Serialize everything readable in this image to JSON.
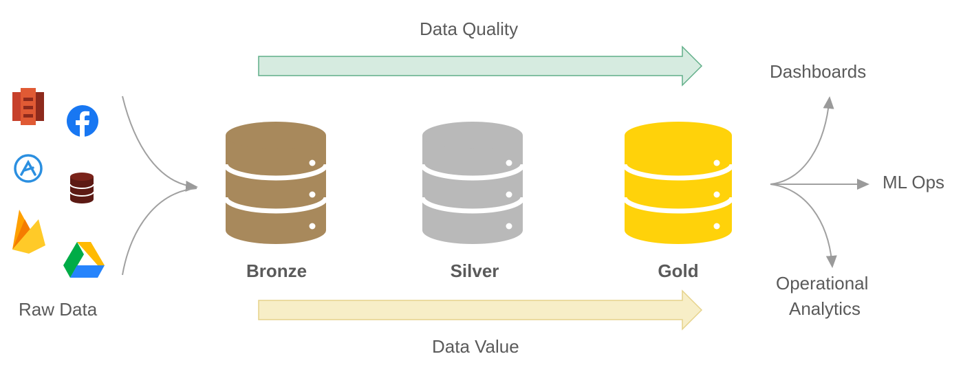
{
  "top_arrow": {
    "label": "Data Quality",
    "color": "#d6ebe0",
    "stroke": "#5fae87"
  },
  "bottom_arrow": {
    "label": "Data Value",
    "color": "#f7eec7",
    "stroke": "#e6d28a"
  },
  "sources": {
    "label": "Raw Data",
    "icons": [
      "aws-s3-icon",
      "facebook-icon",
      "app-icon",
      "database-icon",
      "firebase-icon",
      "google-drive-icon"
    ]
  },
  "tiers": [
    {
      "name": "Bronze",
      "color": "#a8895c"
    },
    {
      "name": "Silver",
      "color": "#b9b9b9"
    },
    {
      "name": "Gold",
      "color": "#ffd20a"
    }
  ],
  "outputs": {
    "dashboards": "Dashboards",
    "ml_ops": "ML Ops",
    "analytics_line1": "Operational",
    "analytics_line2": "Analytics"
  }
}
